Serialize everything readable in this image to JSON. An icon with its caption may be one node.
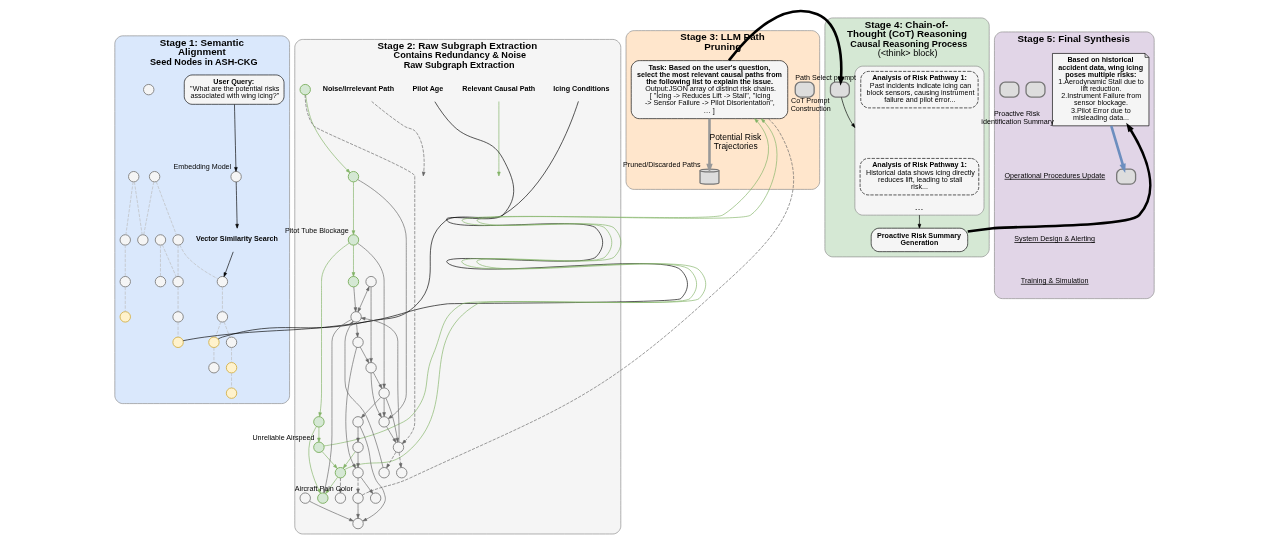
{
  "diagram": {
    "nodes": [
      {
        "text": [
          "Stage 1: Semantic Alignment",
          "Seed Nodes in ASH-CKG"
        ]
      },
      {
        "text": [
          "User Query:",
          "\"What are the potential risks associated with wing icing?\""
        ],
        "in": 0
      },
      {
        "text": [],
        "shape": "circle",
        "beside": [
          "Embedding Model"
        ],
        "in": 0
      },
      {
        "text": [
          "Vector Similarity Search"
        ],
        "in": 0
      },
      {
        "text": [],
        "shape": "circle",
        "in": 0
      },
      {
        "text": [],
        "shape": "circle",
        "in": 0
      },
      {
        "text": [],
        "shape": "circle",
        "in": 0
      },
      {
        "text": [],
        "shape": "circle",
        "in": 0
      },
      {
        "text": [],
        "shape": "circle",
        "in": 0
      },
      {
        "text": [],
        "shape": "circle",
        "in": 0
      },
      {
        "text": [],
        "shape": "circle",
        "in": 0
      },
      {
        "text": [],
        "shape": "circle",
        "in": 0
      },
      {
        "text": [],
        "shape": "circle",
        "in": 0
      },
      {
        "text": [],
        "shape": "circle",
        "in": 0
      },
      {
        "text": [],
        "shape": "circle",
        "in": 0
      },
      {
        "text": [],
        "shape": "circle",
        "in": 0
      },
      {
        "text": [],
        "shape": "circle",
        "in": 0
      },
      {
        "text": [],
        "shape": "circle",
        "in": 0
      },
      {
        "text": [],
        "shape": "circle",
        "in": 0
      },
      {
        "text": [],
        "shape": "circle",
        "in": 0
      },
      {
        "text": [],
        "shape": "circle",
        "in": 0
      },
      {
        "text": [],
        "shape": "circle",
        "in": 0
      },
      {
        "text": [],
        "shape": "circle",
        "in": 0
      },
      {
        "text": [],
        "shape": "circle",
        "in": 0
      },
      {
        "text": [
          "Stage 2: Raw Subgraph Extraction",
          "Contains Redundancy & Noise",
          "Raw Subgraph Extraction"
        ]
      },
      {
        "text": [
          "Icing Conditions"
        ],
        "in": 24
      },
      {
        "text": [
          "Relevant Causal Path"
        ],
        "in": 24
      },
      {
        "text": [
          "Pilot Age"
        ],
        "in": 24
      },
      {
        "text": [
          "Noise/Irrelevant Path"
        ],
        "in": 24
      },
      {
        "text": [],
        "shape": "circle",
        "in": 24
      },
      {
        "text": [],
        "shape": "circle",
        "beside": [
          "Pitot Tube Blockage"
        ],
        "in": 24
      },
      {
        "text": [],
        "shape": "circle",
        "in": 24
      },
      {
        "text": [],
        "shape": "circle",
        "in": 24
      },
      {
        "text": [],
        "shape": "circle",
        "in": 24
      },
      {
        "text": [],
        "shape": "circle",
        "beside": [
          "Unreliable Airspeed"
        ],
        "in": 24
      },
      {
        "text": [],
        "shape": "circle",
        "in": 24
      },
      {
        "text": [],
        "shape": "circle",
        "in": 24
      },
      {
        "text": [],
        "shape": "circle",
        "in": 24
      },
      {
        "text": [],
        "shape": "circle",
        "in": 24
      },
      {
        "text": [],
        "shape": "circle",
        "in": 24
      },
      {
        "text": [],
        "shape": "circle",
        "in": 24
      },
      {
        "text": [],
        "shape": "circle",
        "in": 24
      },
      {
        "text": [],
        "shape": "circle",
        "in": 24
      },
      {
        "text": [],
        "shape": "circle",
        "in": 24
      },
      {
        "text": [],
        "shape": "circle",
        "in": 24
      },
      {
        "text": [],
        "shape": "circle",
        "in": 24
      },
      {
        "text": [],
        "shape": "circle",
        "in": 24
      },
      {
        "text": [],
        "shape": "circle",
        "in": 24
      },
      {
        "text": [],
        "shape": "circle",
        "in": 24
      },
      {
        "text": [],
        "shape": "circle",
        "in": 24
      },
      {
        "text": [],
        "shape": "circle",
        "in": 24
      },
      {
        "text": [],
        "shape": "circle",
        "in": 24
      },
      {
        "text": [],
        "shape": "circle",
        "in": 24
      },
      {
        "text": [],
        "shape": "circle",
        "beside": [
          "Aircraft Pain Color"
        ],
        "in": 24
      },
      {
        "text": [
          "Stage 3: LLM Path Pruning"
        ]
      },
      {
        "text": [],
        "shape": "box",
        "beside": [
          "Path Select prompt"
        ],
        "in": 54
      },
      {
        "text": [
          "**Task:** Based on the user's question, select the most relevant causal paths from the following list to explain the issue.",
          "Output:JSON array of distinct risk chains.",
          "[ \"Icing -> Reduces Lift -> Stall\", \"Icing -> Sensor Failure -> Pilot Disorientation\", … ]"
        ],
        "in": 54
      },
      {
        "text": [],
        "shape": "cylinder",
        "beside": [
          "Pruned/Discarded Paths"
        ],
        "in": 54
      },
      {
        "text": [
          "Stage 4: Chain-of-Thought (CoT) Reasoning",
          "Causal Reasoning Process",
          "(<think> block)"
        ]
      },
      {
        "text": [],
        "shape": "box",
        "beside": [
          "CoT Prompt Construction"
        ],
        "in": 58
      },
      {
        "text": [
          "…"
        ],
        "in": 58
      },
      {
        "text": [
          "Analysis of Risk Pathway 1:",
          "Historical data shows icing directly reduces lift, leading to stall risk..."
        ],
        "in": 60
      },
      {
        "text": [
          "Analysis of Risk Pathway 1:",
          "Past incidents indicate icing can block sensors, causing instrument failure and pilot error..."
        ],
        "in": 60
      },
      {
        "text": [
          "Proactive Risk Summary Generation"
        ],
        "in": 58
      },
      {
        "text": [
          "Stage 5: Final Synthesis"
        ]
      },
      {
        "text": [
          "Based on historical accident data, wing icing poses multiple risks:",
          "1.Aerodynamic Stall due to lift reduction.",
          "2.Instrument Failure from sensor blockage.",
          "3.Pilot Error due to misleading data..."
        ],
        "beside": [
          "Proactive Risk identification Summary"
        ],
        "in": 64
      },
      {
        "text": [],
        "shape": "box",
        "in": 64
      },
      {
        "text": [],
        "shape": "box",
        "in": 64
      },
      {
        "text": [],
        "shape": "box",
        "in": 64
      }
    ],
    "edges": [
      {
        "from": 1,
        "to": 2,
        "arrow": "to",
        "color": "#000000"
      },
      {
        "from": 2,
        "to": 3,
        "arrow": "to",
        "color": "#000000"
      },
      {
        "from": 3,
        "to": 6,
        "arrow": "to",
        "color": "#000000"
      },
      {
        "from": 5,
        "to": 6,
        "arrow": "none",
        "style": "dashed",
        "color": "#bbbbbb"
      },
      {
        "from": 6,
        "to": 7,
        "arrow": "none",
        "style": "dashed",
        "color": "#bbbbbb"
      },
      {
        "from": 7,
        "to": 8,
        "arrow": "none",
        "style": "dashed",
        "color": "#bbbbbb"
      },
      {
        "from": 9,
        "to": 5,
        "arrow": "none",
        "style": "dashed",
        "color": "#bbbbbb"
      },
      {
        "from": 5,
        "to": 10,
        "arrow": "none",
        "style": "dashed",
        "color": "#bbbbbb"
      },
      {
        "from": 9,
        "to": 20,
        "arrow": "none",
        "style": "dashed",
        "color": "#bbbbbb"
      },
      {
        "from": 11,
        "to": 12,
        "arrow": "none",
        "style": "dashed",
        "color": "#bbbbbb"
      },
      {
        "from": 10,
        "to": 19,
        "arrow": "none",
        "style": "dashed",
        "color": "#bbbbbb"
      },
      {
        "from": 7,
        "to": 13,
        "arrow": "none",
        "style": "dashed",
        "color": "#bbbbbb"
      },
      {
        "from": 8,
        "to": 15,
        "arrow": "none",
        "style": "dashed",
        "color": "#bbbbbb"
      },
      {
        "from": 15,
        "to": 23,
        "arrow": "none",
        "style": "dashed",
        "color": "#bbbbbb"
      },
      {
        "from": 18,
        "to": 20,
        "arrow": "none",
        "style": "dashed",
        "color": "#bbbbbb"
      },
      {
        "from": 18,
        "to": 22,
        "arrow": "none",
        "style": "dashed",
        "color": "#bbbbbb"
      },
      {
        "from": 22,
        "to": 21,
        "arrow": "none",
        "style": "dashed",
        "color": "#bbbbbb"
      },
      {
        "from": 21,
        "to": 17,
        "arrow": "none",
        "style": "dashed",
        "color": "#bbbbbb"
      },
      {
        "from": 19,
        "to": 16,
        "arrow": "none",
        "style": "dashed",
        "color": "#bbbbbb"
      },
      {
        "from": 13,
        "to": 14,
        "arrow": "none",
        "style": "dashed",
        "color": "#bbbbbb"
      },
      {
        "from": 11,
        "to": 10,
        "arrow": "none",
        "style": "dashed",
        "color": "#bbbbbb"
      },
      {
        "from": 25,
        "to": 13,
        "arrow": "none",
        "color": "#000000"
      },
      {
        "from": 27,
        "to": 16,
        "arrow": "none",
        "color": "#000000"
      },
      {
        "from": 29,
        "to": 30,
        "arrow": "to",
        "color": "#82b366"
      },
      {
        "from": 36,
        "to": 29,
        "arrow": "to",
        "color": "#82b366"
      },
      {
        "from": 30,
        "to": 31,
        "arrow": "to",
        "color": "#82b366"
      },
      {
        "from": 30,
        "to": 32,
        "arrow": "to",
        "color": "#82b366"
      },
      {
        "from": 32,
        "to": 33,
        "arrow": "to",
        "color": "#82b366"
      },
      {
        "from": 32,
        "to": 34,
        "arrow": "to",
        "color": "#82b366"
      },
      {
        "from": 34,
        "to": 35,
        "arrow": "to",
        "color": "#82b366"
      },
      {
        "from": 35,
        "to": 33,
        "arrow": "to",
        "color": "#82b366"
      },
      {
        "from": 41,
        "to": 35,
        "arrow": "to",
        "color": "#82b366"
      },
      {
        "from": 34,
        "to": 56,
        "arrow": "to",
        "color": "#82b366"
      },
      {
        "from": 35,
        "to": 56,
        "arrow": "to",
        "color": "#82b366"
      },
      {
        "from": 26,
        "to": null,
        "arrow": "to",
        "color": "#82b366"
      },
      {
        "from": 29,
        "to": 38,
        "arrow": "to"
      },
      {
        "from": 30,
        "to": 37,
        "arrow": "to"
      },
      {
        "from": 37,
        "to": 38,
        "arrow": "to"
      },
      {
        "from": 39,
        "to": 37,
        "arrow": "to"
      },
      {
        "from": 37,
        "to": 40,
        "arrow": "to"
      },
      {
        "from": 39,
        "to": 38,
        "arrow": "to"
      },
      {
        "from": 38,
        "to": 47,
        "arrow": "to"
      },
      {
        "from": 31,
        "to": 46,
        "arrow": "to"
      },
      {
        "from": 42,
        "to": 39,
        "arrow": "to"
      },
      {
        "from": 42,
        "to": 46,
        "arrow": "both"
      },
      {
        "from": 43,
        "to": 39,
        "arrow": "to"
      },
      {
        "from": 46,
        "to": 43,
        "arrow": "to"
      },
      {
        "from": 47,
        "to": 46,
        "arrow": "to"
      },
      {
        "from": 37,
        "to": 47,
        "arrow": "to"
      },
      {
        "from": 46,
        "to": 33,
        "arrow": "to"
      },
      {
        "from": 40,
        "to": 48,
        "arrow": "to"
      },
      {
        "from": 40,
        "to": 41,
        "arrow": "to"
      },
      {
        "from": 43,
        "to": 44,
        "arrow": "to"
      },
      {
        "from": 41,
        "to": 44,
        "arrow": "to"
      },
      {
        "from": 44,
        "to": 50,
        "arrow": "to"
      },
      {
        "from": 49,
        "to": 48,
        "arrow": "to"
      },
      {
        "from": 53,
        "to": 48,
        "arrow": "to"
      },
      {
        "from": 51,
        "to": 46,
        "arrow": "to"
      },
      {
        "from": 36,
        "to": 47,
        "arrow": "to",
        "style": "dashed"
      },
      {
        "from": 47,
        "to": 51,
        "arrow": "to",
        "style": "dashed"
      },
      {
        "from": 47,
        "to": 52,
        "arrow": "to",
        "style": "dashed"
      },
      {
        "from": 44,
        "to": 53,
        "arrow": "to",
        "style": "dashed"
      },
      {
        "from": 35,
        "to": 45,
        "arrow": "to",
        "style": "dashed"
      },
      {
        "from": 53,
        "to": 56,
        "arrow": "none",
        "style": "dashed"
      },
      {
        "from": 28,
        "to": null,
        "arrow": "to",
        "style": "dashed"
      },
      {
        "from": 56,
        "to": 57,
        "arrow": "to",
        "label": "Potential Risk Trajectories",
        "style": "thick",
        "color": "#999999"
      },
      {
        "from": 56,
        "to": 59,
        "arrow": "to",
        "style": "thick",
        "color": "#000000"
      },
      {
        "from": 59,
        "to": 60,
        "arrow": "to",
        "color": "#000000"
      },
      {
        "from": 60,
        "to": 63,
        "arrow": "to",
        "color": "#000000"
      },
      {
        "from": 63,
        "to": 65,
        "arrow": "to",
        "style": "thick",
        "color": "#000000"
      },
      {
        "from": 65,
        "to": 67,
        "arrow": "to",
        "style": "thick",
        "color": "#6c8ebf"
      }
    ],
    "labels": [
      "Operational Procedures Update",
      "System Design & Alerting",
      "Training & Simulation"
    ]
  }
}
